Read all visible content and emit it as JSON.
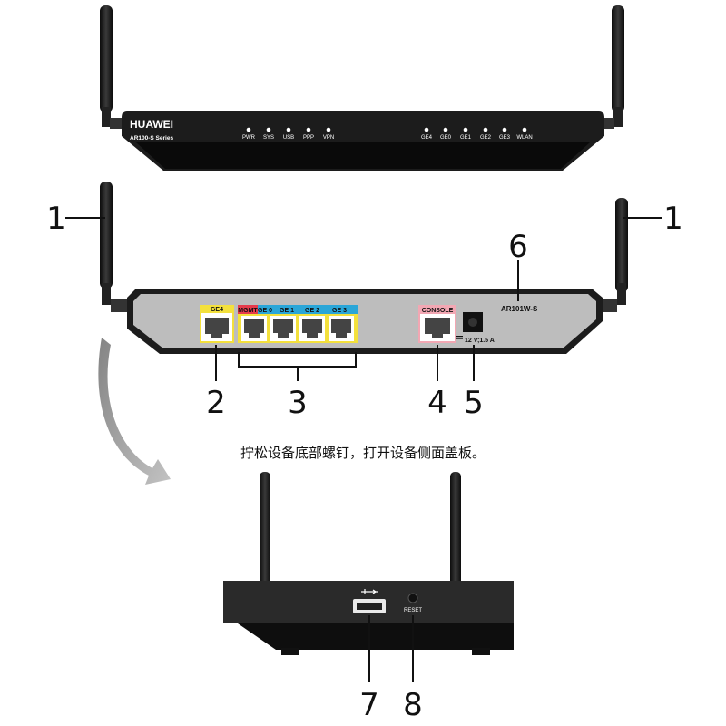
{
  "front_panel": {
    "brand": "HUAWEI",
    "series": "AR100-S Series",
    "leds_left": [
      "PWR",
      "SYS",
      "USB",
      "PPP",
      "VPN"
    ],
    "leds_right": [
      "GE4",
      "GE0",
      "GE1",
      "GE2",
      "GE3",
      "WLAN"
    ]
  },
  "rear_panel": {
    "model": "AR101W-S",
    "ge4_label": "GE4",
    "mgmt_label": "MGMT",
    "lan_labels": [
      "GE 0",
      "GE 1",
      "GE 2",
      "GE 3"
    ],
    "console_label": "CONSOLE",
    "power_label": "12 V;1.5 A"
  },
  "side_panel": {
    "reset_label": "RESET"
  },
  "instruction": "拧松设备底部螺钉，打开设备侧面盖板。",
  "callouts": {
    "antenna_left": "1",
    "antenna_right": "1",
    "ge4_port": "2",
    "lan_ports": "3",
    "console_port": "4",
    "power_port": "5",
    "model_label": "6",
    "usb_port": "7",
    "reset_button": "8"
  },
  "colors": {
    "body_dark": "#1c1c1c",
    "rear_panel": "#bdbdbd",
    "ge4_yellow": "#f3e03c",
    "lan_blue": "#2aa6d8",
    "mgmt_red": "#e53b4b",
    "console_pink": "#f2a7b3",
    "arrow_gray": "#8a8a8a"
  }
}
